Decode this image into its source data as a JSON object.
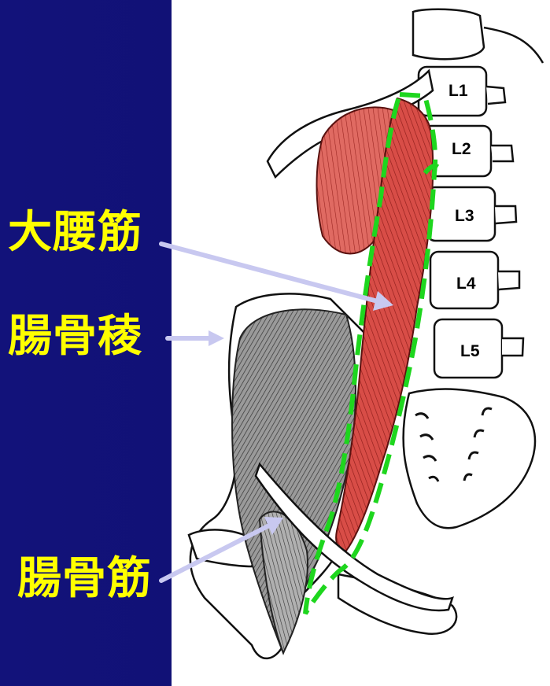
{
  "labels": {
    "psoas_major": "大腰筋",
    "iliac_crest": "腸骨稜",
    "iliacus": "腸骨筋"
  },
  "vertebrae": [
    "L1",
    "L2",
    "L3",
    "L4",
    "L5"
  ],
  "colors": {
    "background": "#12127a",
    "label_text": "#ffff00",
    "arrow": "#c8c8f0",
    "highlight_outline": "#1ed61e",
    "muscle_red": "#d84d47",
    "muscle_grey": "#9a9a9a"
  }
}
